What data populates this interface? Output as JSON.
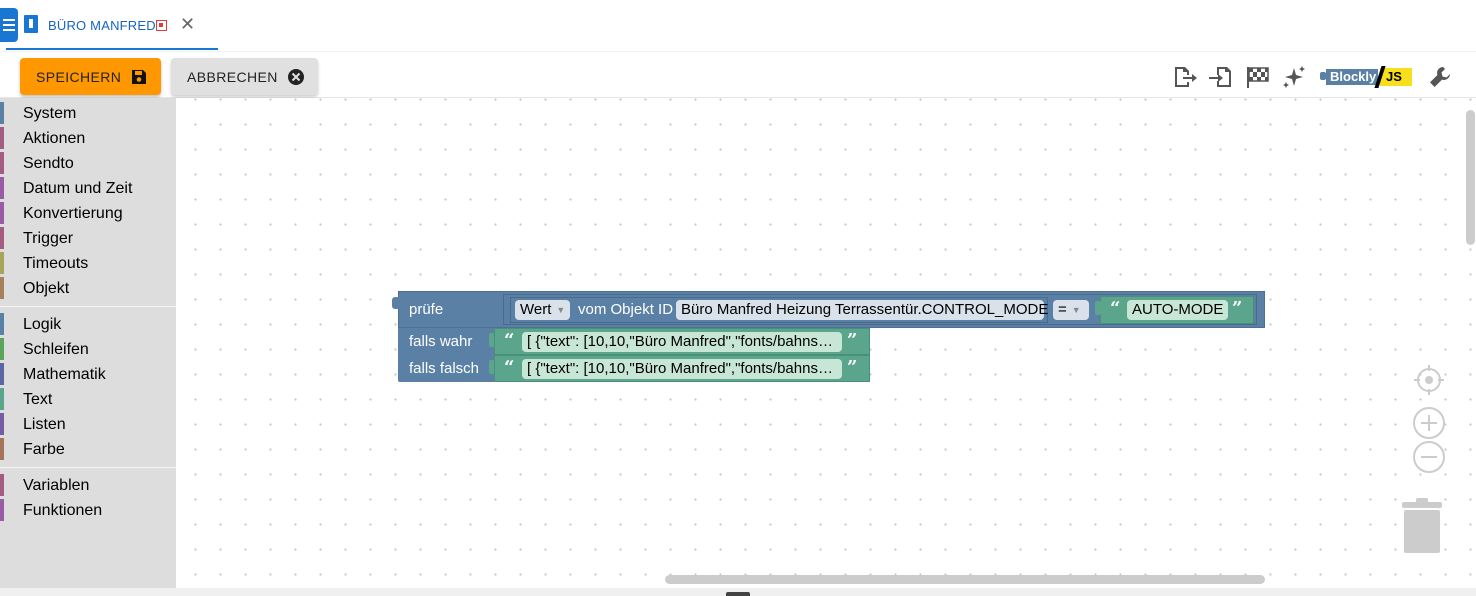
{
  "tab": {
    "title": "BÜRO MANFRED",
    "close_glyph": "✕",
    "status_icon": "stop-square-icon",
    "accent": "#1976d2"
  },
  "toolbar": {
    "save_label": "SPEICHERN",
    "cancel_label": "ABBRECHEN",
    "save_color": "#ff9800",
    "icons": [
      "export-icon",
      "import-icon",
      "flag-icon",
      "sparkle-icon",
      "blockly-js-icon",
      "wrench-icon"
    ],
    "blockly_badge": {
      "left": "Blockly",
      "right": "JS"
    }
  },
  "toolbox": {
    "groups": [
      [
        {
          "label": "System",
          "color": "#5b80a5"
        },
        {
          "label": "Aktionen",
          "color": "#a55b80"
        },
        {
          "label": "Sendto",
          "color": "#a55b80"
        },
        {
          "label": "Datum und Zeit",
          "color": "#9a5ba5"
        },
        {
          "label": "Konvertierung",
          "color": "#9a5ba5"
        },
        {
          "label": "Trigger",
          "color": "#a55b80"
        },
        {
          "label": "Timeouts",
          "color": "#a5a55b"
        },
        {
          "label": "Objekt",
          "color": "#a5805b"
        }
      ],
      [
        {
          "label": "Logik",
          "color": "#5b80a5"
        },
        {
          "label": "Schleifen",
          "color": "#5ba55b"
        },
        {
          "label": "Mathematik",
          "color": "#5b67a5"
        },
        {
          "label": "Text",
          "color": "#5ba58c"
        },
        {
          "label": "Listen",
          "color": "#745ba5"
        },
        {
          "label": "Farbe",
          "color": "#a5745b"
        }
      ],
      [
        {
          "label": "Variablen",
          "color": "#a55b80"
        },
        {
          "label": "Funktionen",
          "color": "#995ba5"
        }
      ]
    ]
  },
  "workspace": {
    "block": {
      "check_label": "prüfe",
      "value_dropdown": "Wert",
      "object_label": "vom Objekt ID",
      "object_id": "Büro Manfred Heizung Terrassentür.CONTROL_MODE",
      "operator": "=",
      "compare_text": "AUTO-MODE",
      "true_label": "falls wahr",
      "true_text": "[    {\"text\": [10,10,\"Büro Manfred\",\"fonts/bahns…",
      "false_label": "falls falsch",
      "false_text": "[    {\"text\": [10,10,\"Büro Manfred\",\"fonts/bahns…",
      "logic_color": "#5b80a5",
      "text_color": "#5ba58c"
    },
    "controls": [
      "center-icon",
      "zoom-in-icon",
      "zoom-out-icon",
      "trash-icon"
    ]
  }
}
